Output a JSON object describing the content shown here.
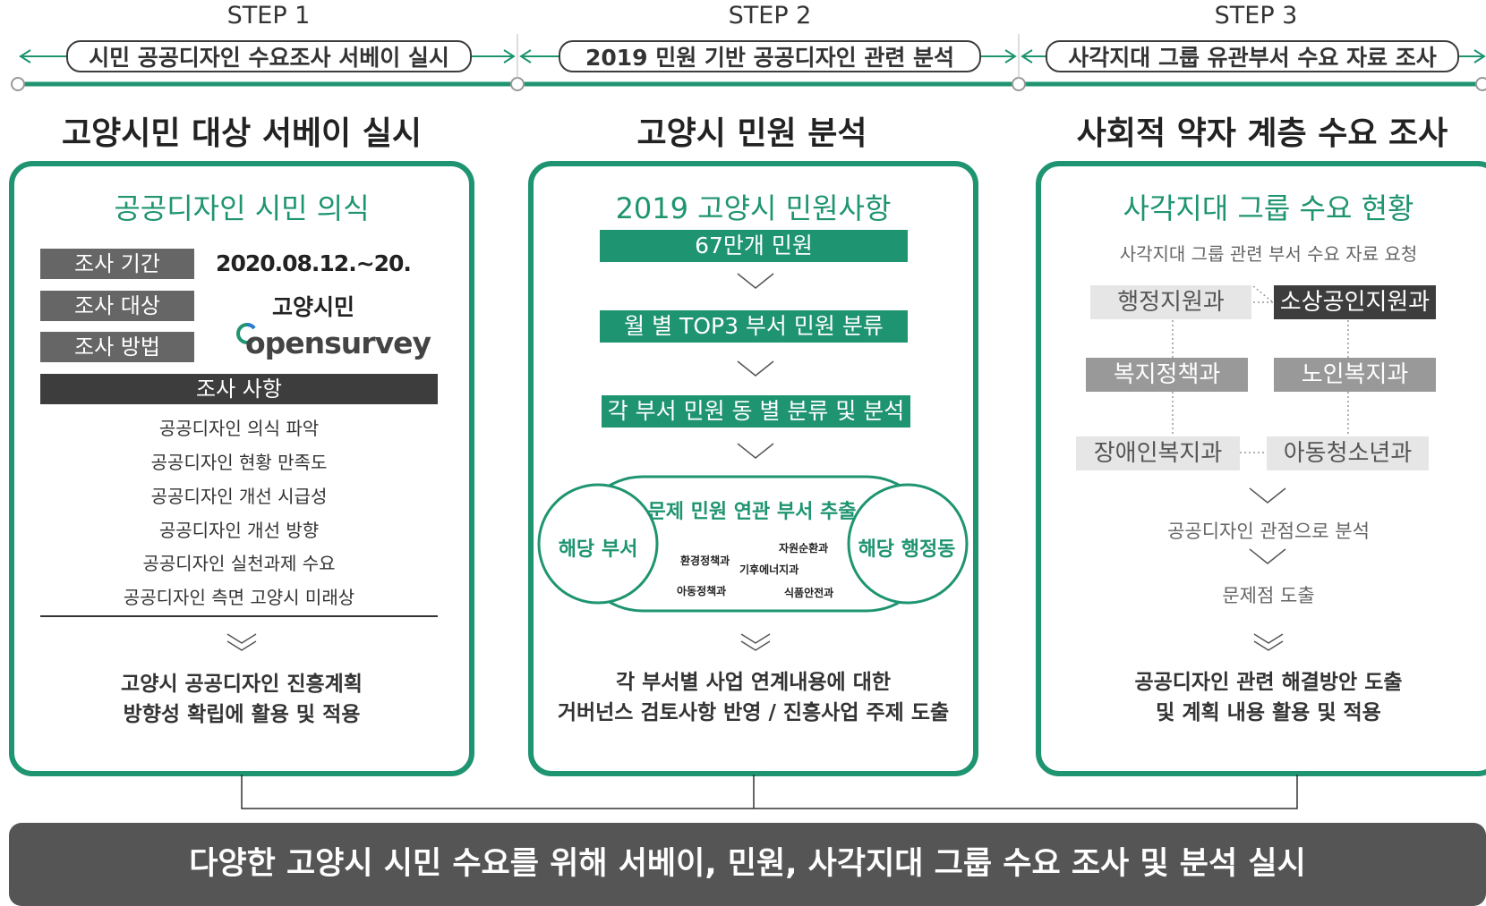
{
  "steps": [
    {
      "label": "STEP 1",
      "pill": "시민 공공디자인 수요조사 서베이 실시"
    },
    {
      "label": "STEP 2",
      "pill": "2019 민원 기반 공공디자인 관련 분석"
    },
    {
      "label": "STEP 3",
      "pill": "사각지대 그룹 유관부서 수요 자료 조사"
    }
  ],
  "col1": {
    "heading": "고양시민 대상 서베이 실시",
    "card_title": "공공디자인 시민 의식",
    "rows": [
      {
        "label": "조사 기간",
        "value": "2020.08.12.~20."
      },
      {
        "label": "조사 대상",
        "value": "고양시민"
      },
      {
        "label": "조사 방법",
        "value": "opensurvey"
      }
    ],
    "items_header": "조사 사항",
    "items": [
      "공공디자인 의식 파악",
      "공공디자인 현황 만족도",
      "공공디자인 개선 시급성",
      "공공디자인 개선 방향",
      "공공디자인 실천과제 수요",
      "공공디자인 측면 고양시 미래상"
    ],
    "result_line1": "고양시 공공디자인 진흥계획",
    "result_line2": "방향성 확립에 활용 및 적용"
  },
  "col2": {
    "heading": "고양시 민원 분석",
    "card_title": "2019 고양시 민원사항",
    "bars": [
      "67만개 민원",
      "월 별 TOP3 부서 민원 분류",
      "각 부서 민원 동 별 분류 및 분석"
    ],
    "venn_title": "문제 민원 연관 부서 추출",
    "venn_left": "해당 부서",
    "venn_right": "해당 행정동",
    "depts": [
      "자원순환과",
      "환경정책과",
      "기후에너지과",
      "아동정책과",
      "식품안전과"
    ],
    "result_line1": "각 부서별 사업 연계내용에 대한",
    "result_line2": "거버넌스 검토사항 반영 / 진흥사업 주제 도출"
  },
  "col3": {
    "heading": "사회적 약자 계층 수요 조사",
    "card_title": "사각지대 그룹 수요 현황",
    "subtitle": "사각지대 그룹 관련 부서 수요 자료 요청",
    "departments": [
      "행정지원과",
      "소상공인지원과",
      "복지정책과",
      "노인복지과",
      "장애인복지과",
      "아동청소년과"
    ],
    "flow1": "공공디자인 관점으로 분석",
    "flow2": "문제점 도출",
    "result_line1": "공공디자인 관련 해결방안 도출",
    "result_line2": "및 계획 내용 활용 및 적용"
  },
  "bottom": "다양한 고양시 시민 수요를 위해 서베이, 민원, 사각지대 그룹 수요 조사 및 분석 실시",
  "colors": {
    "green": "#1e9470",
    "dark": "#3d3d3d",
    "mid": "#666666",
    "light": "#e6e6e6"
  }
}
